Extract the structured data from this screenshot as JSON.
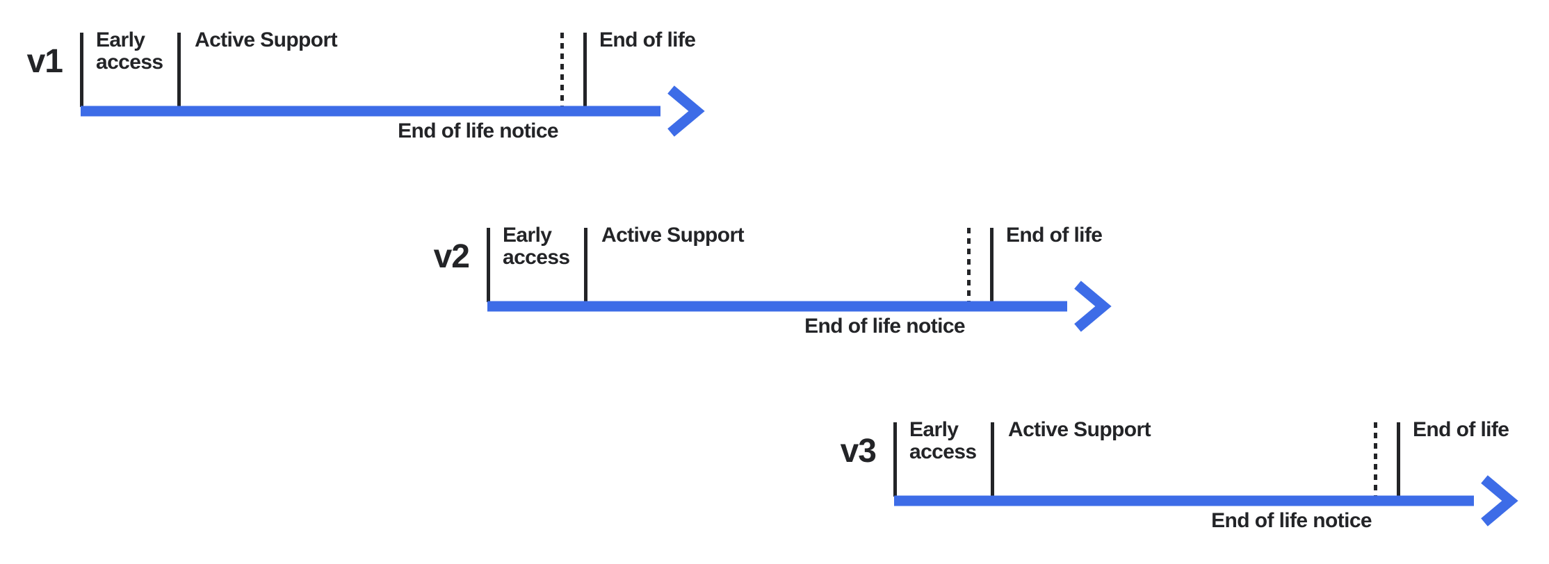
{
  "diagram": {
    "description": "Staggered release lifecycle timelines for three product versions",
    "colors": {
      "arrow_blue": "#3D6CE7",
      "ink": "#232427",
      "background": "#FFFFFF"
    },
    "versions": [
      {
        "name": "v1",
        "phases": {
          "early_access": "Early access",
          "active_support": "Active Support",
          "end_of_life": "End of life"
        },
        "notice_label": "End of life notice"
      },
      {
        "name": "v2",
        "phases": {
          "early_access": "Early access",
          "active_support": "Active Support",
          "end_of_life": "End of life"
        },
        "notice_label": "End of life notice"
      },
      {
        "name": "v3",
        "phases": {
          "early_access": "Early access",
          "active_support": "Active Support",
          "end_of_life": "End of life"
        },
        "notice_label": "End of life notice"
      }
    ]
  }
}
